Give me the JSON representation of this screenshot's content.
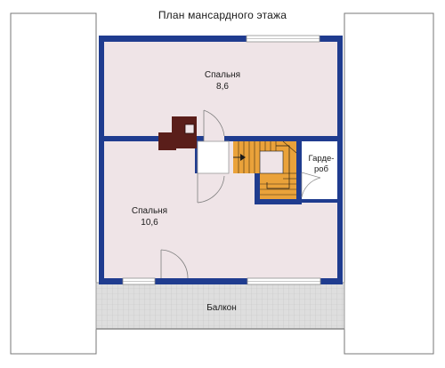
{
  "title": "План мансардного этажа",
  "rooms": {
    "bedroom_top": {
      "name": "Спальня",
      "area": "8,6"
    },
    "bedroom_bottom": {
      "name": "Спальня",
      "area": "10,6"
    },
    "wardrobe": {
      "line1": "Гарде-",
      "line2": "роб"
    },
    "balcony": {
      "name": "Балкон"
    }
  },
  "colors": {
    "wall": "#1f3c8f",
    "floor": "#efe4e7",
    "stair": "#eaa23a",
    "chimney": "#5a1e1a",
    "balcony": "#dadada",
    "roof": "#ffffff"
  }
}
